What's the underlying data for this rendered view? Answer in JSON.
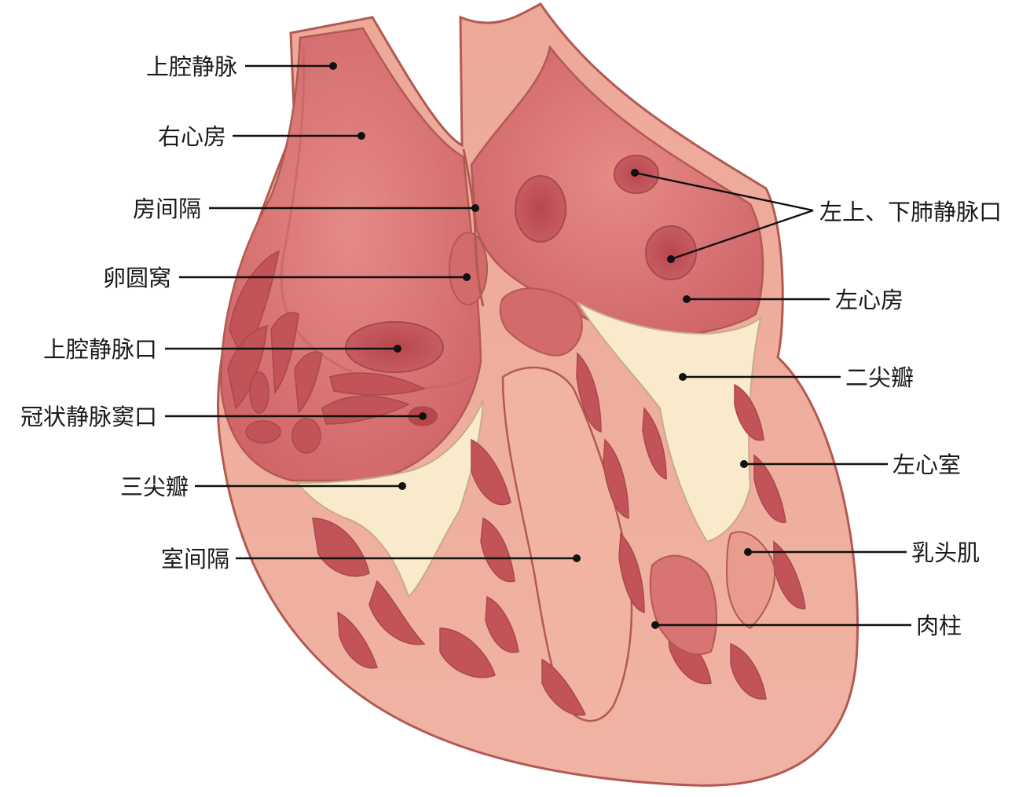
{
  "colors": {
    "wall": "#eba797",
    "wall_light": "#f2bca9",
    "outline": "#b25a52",
    "cavity": "#d87474",
    "cavity_deep": "#c5585c",
    "opening": "#b8474d",
    "valve": "#f8eacb",
    "leader": "#111111",
    "text": "#1a1a1a"
  },
  "labels": {
    "svc": "上腔静脉",
    "ra": "右心房",
    "ias": "房间隔",
    "fossa": "卵圆窝",
    "svc_orifice": "上腔静脉口",
    "cs_orifice": "冠状静脉窦口",
    "tricuspid": "三尖瓣",
    "ivs": "室间隔",
    "pulm_veins": "左上、下肺静脉口",
    "la": "左心房",
    "mitral": "二尖瓣",
    "lv": "左心室",
    "papillary": "乳头肌",
    "trabeculae": "肉柱"
  }
}
